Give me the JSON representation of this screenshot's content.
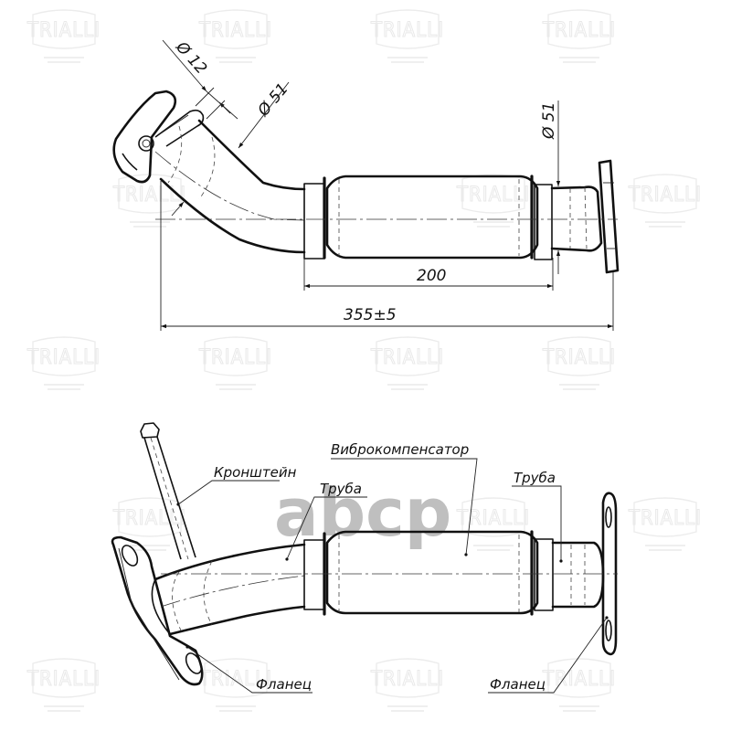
{
  "drawing": {
    "title": "Exhaust pipe with flex joint — technical drawing",
    "background": "#ffffff",
    "line_color": "#111111"
  },
  "watermark": {
    "brand": "TRIALLI",
    "overlay_logo": "abcp",
    "overlay_color": "#b5b5b5"
  },
  "top_view": {
    "dimensions": {
      "bracket_diameter": "Ø 12",
      "pipe_diameter_left": "Ø 51",
      "pipe_diameter_right": "Ø 51",
      "flex_length": "200",
      "overall_length": "355±5"
    }
  },
  "bottom_view": {
    "labels": {
      "bracket": "Кронштейн",
      "flex_joint": "Виброкомпенсатор",
      "pipe_left": "Труба",
      "pipe_right": "Труба",
      "flange_left": "Фланец",
      "flange_right": "Фланец"
    }
  }
}
